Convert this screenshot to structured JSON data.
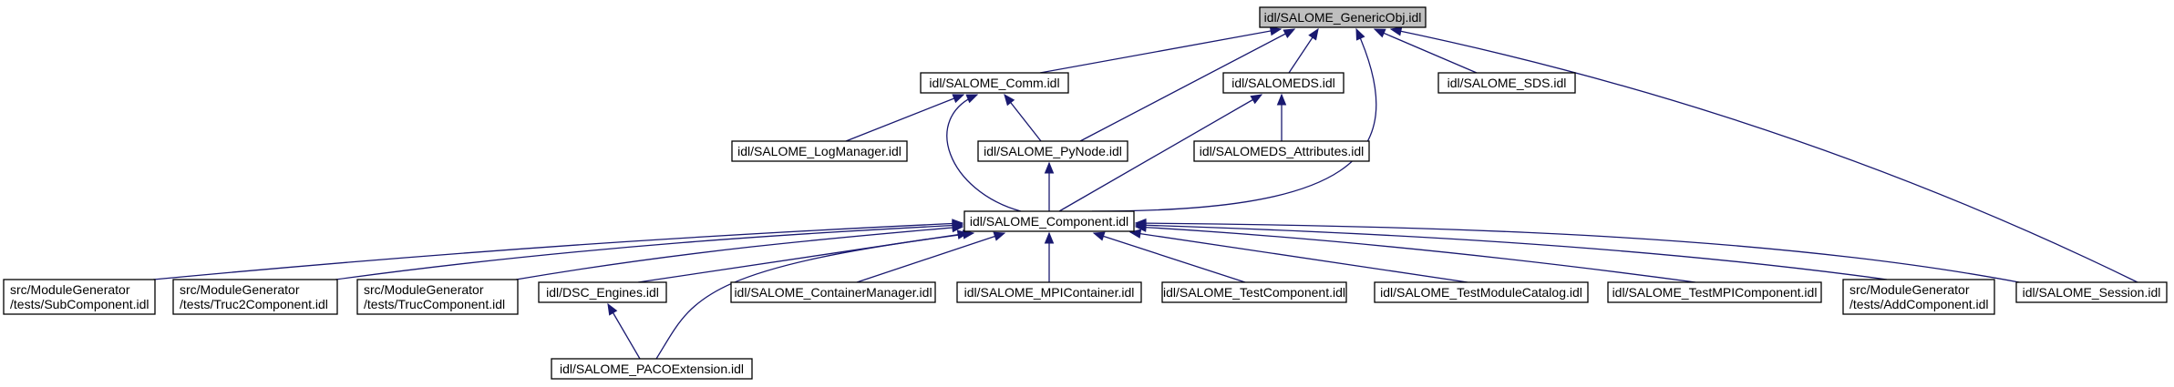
{
  "diagram": {
    "nodes": {
      "generic": {
        "lines": [
          "idl/SALOME_GenericObj.idl"
        ],
        "root": true
      },
      "comm": {
        "lines": [
          "idl/SALOME_Comm.idl"
        ]
      },
      "salomeds": {
        "lines": [
          "idl/SALOMEDS.idl"
        ]
      },
      "sds": {
        "lines": [
          "idl/SALOME_SDS.idl"
        ]
      },
      "logmanager": {
        "lines": [
          "idl/SALOME_LogManager.idl"
        ]
      },
      "pynode": {
        "lines": [
          "idl/SALOME_PyNode.idl"
        ]
      },
      "attributes": {
        "lines": [
          "idl/SALOMEDS_Attributes.idl"
        ]
      },
      "component": {
        "lines": [
          "idl/SALOME_Component.idl"
        ]
      },
      "subcomponent": {
        "lines": [
          "src/ModuleGenerator",
          "/tests/SubComponent.idl"
        ]
      },
      "truc2": {
        "lines": [
          "src/ModuleGenerator",
          "/tests/Truc2Component.idl"
        ]
      },
      "truc": {
        "lines": [
          "src/ModuleGenerator",
          "/tests/TrucComponent.idl"
        ]
      },
      "dsc": {
        "lines": [
          "idl/DSC_Engines.idl"
        ]
      },
      "container": {
        "lines": [
          "idl/SALOME_ContainerManager.idl"
        ]
      },
      "mpicontainer": {
        "lines": [
          "idl/SALOME_MPIContainer.idl"
        ]
      },
      "testcomponent": {
        "lines": [
          "idl/SALOME_TestComponent.idl"
        ]
      },
      "testmodulecatalog": {
        "lines": [
          "idl/SALOME_TestModuleCatalog.idl"
        ]
      },
      "testmpicomponent": {
        "lines": [
          "idl/SALOME_TestMPIComponent.idl"
        ]
      },
      "addcomponent": {
        "lines": [
          "src/ModuleGenerator",
          "/tests/AddComponent.idl"
        ]
      },
      "session": {
        "lines": [
          "idl/SALOME_Session.idl"
        ]
      },
      "paco": {
        "lines": [
          "idl/SALOME_PACOExtension.idl"
        ]
      }
    },
    "edges": [
      {
        "from": "comm",
        "to": "generic"
      },
      {
        "from": "pynode",
        "to": "generic"
      },
      {
        "from": "salomeds",
        "to": "generic"
      },
      {
        "from": "component",
        "to": "generic"
      },
      {
        "from": "sds",
        "to": "generic"
      },
      {
        "from": "session",
        "to": "generic"
      },
      {
        "from": "logmanager",
        "to": "comm"
      },
      {
        "from": "pynode",
        "to": "comm"
      },
      {
        "from": "component",
        "to": "comm"
      },
      {
        "from": "attributes",
        "to": "salomeds"
      },
      {
        "from": "component",
        "to": "salomeds"
      },
      {
        "from": "component",
        "to": "pynode"
      },
      {
        "from": "subcomponent",
        "to": "component"
      },
      {
        "from": "truc2",
        "to": "component"
      },
      {
        "from": "truc",
        "to": "component"
      },
      {
        "from": "dsc",
        "to": "component"
      },
      {
        "from": "paco",
        "to": "component"
      },
      {
        "from": "container",
        "to": "component"
      },
      {
        "from": "mpicontainer",
        "to": "component"
      },
      {
        "from": "testcomponent",
        "to": "component"
      },
      {
        "from": "testmodulecatalog",
        "to": "component"
      },
      {
        "from": "testmpicomponent",
        "to": "component"
      },
      {
        "from": "addcomponent",
        "to": "component"
      },
      {
        "from": "session",
        "to": "component"
      },
      {
        "from": "paco",
        "to": "dsc"
      }
    ],
    "colors": {
      "edge": "#191970",
      "root_fill": "#bfbfbf",
      "node_fill": "#ffffff",
      "border": "#000000"
    }
  }
}
